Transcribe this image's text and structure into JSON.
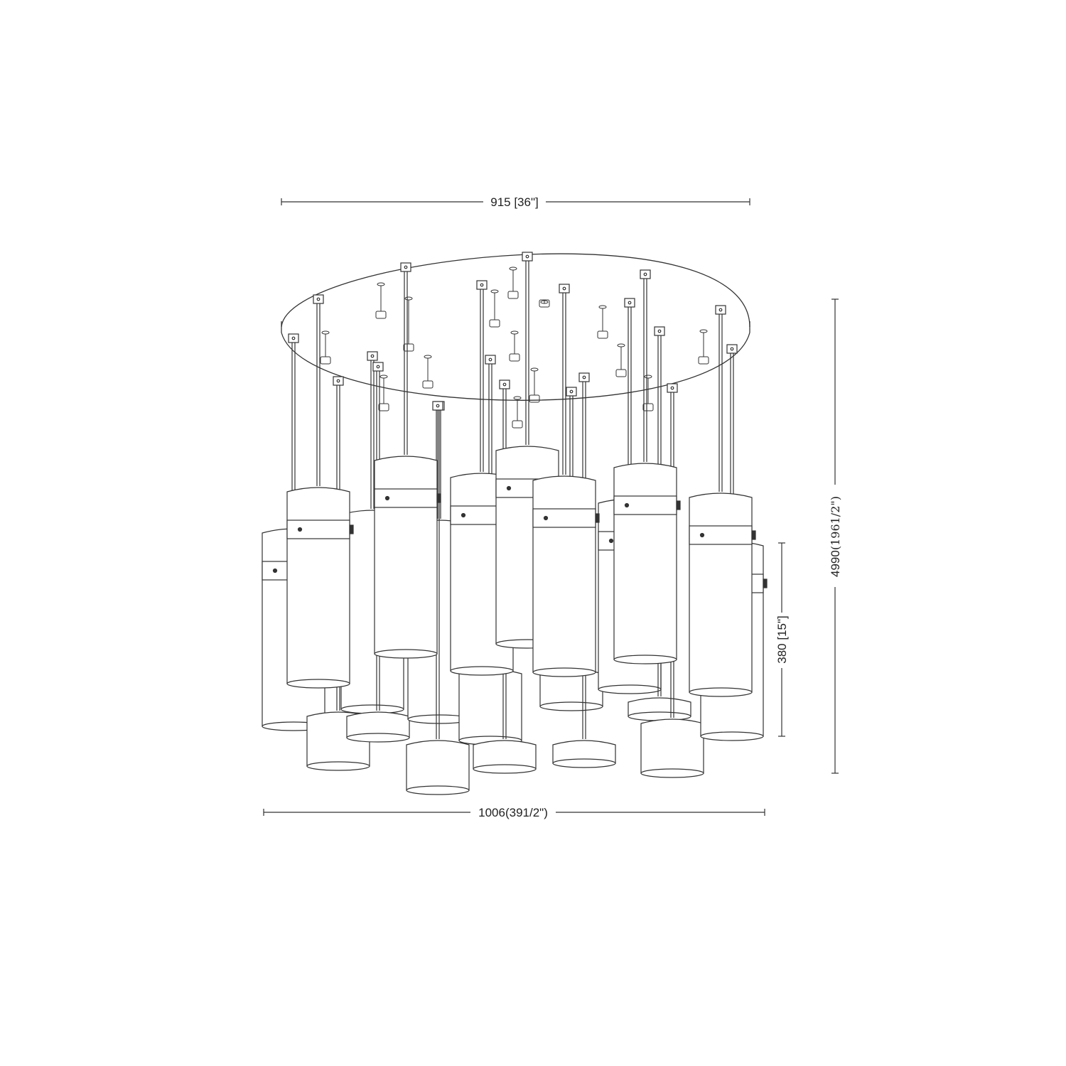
{
  "dimensions": {
    "top_width": "915 [36\"]",
    "bottom_width": "1006(391/2\")",
    "shade_height": "380 [15\"]",
    "overall_height_value": "4990",
    "overall_height_inches": "(1961/2\")"
  },
  "colors": {
    "line": "#333333",
    "background": "#ffffff"
  }
}
